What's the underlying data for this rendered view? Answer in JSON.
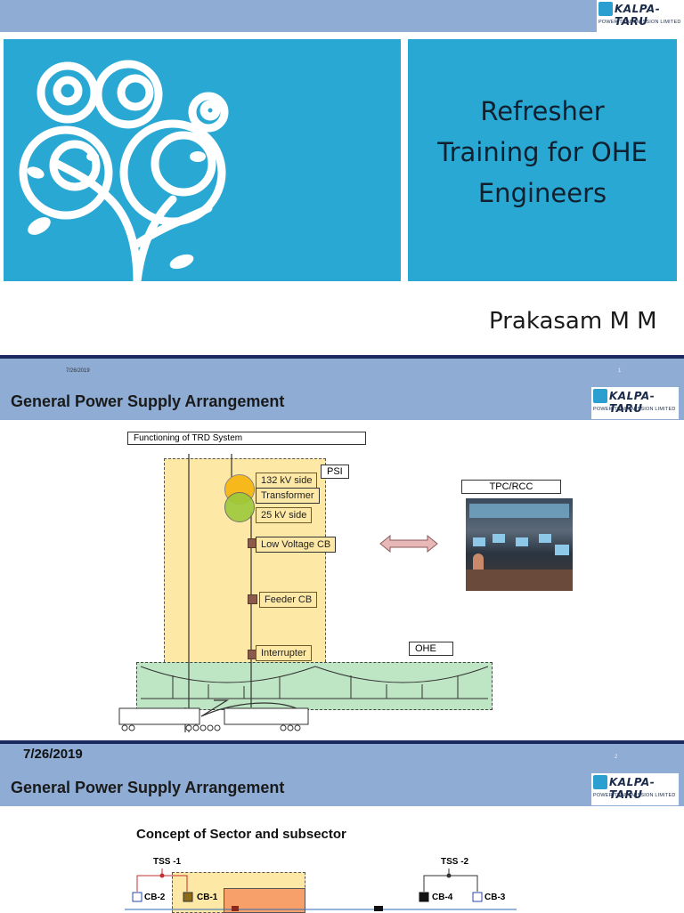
{
  "slide1": {
    "title_lines": [
      "Refresher",
      "Training for OHE",
      "Engineers"
    ],
    "presenter": "Prakasam M M"
  },
  "logo": {
    "brand": "KALPA-TARU",
    "tagline": "POWER TRANSMISSION LIMITED"
  },
  "slide1_footer": {
    "date": "7/26/2019",
    "page": "1"
  },
  "slide2": {
    "title": "General Power Supply Arrangement",
    "diagram_title": "Functioning of TRD System",
    "psi": "PSI",
    "side_132": "132 kV side",
    "transformer": "Transformer",
    "side_25": "25 kV side",
    "lv_cb": "Low Voltage CB",
    "feeder_cb": "Feeder CB",
    "interrupter": "Interrupter",
    "ohe": "OHE",
    "tpc": "TPC/RCC"
  },
  "slide2_footer": {
    "date": "7/26/2019",
    "page": "2"
  },
  "slide3": {
    "title": "General Power Supply Arrangement",
    "subtitle": "Concept of Sector and subsector",
    "tss1": "TSS -1",
    "tss2": "TSS -2",
    "cb2": "CB-2",
    "cb1": "CB-1",
    "cb4": "CB-4",
    "cb3": "CB-3"
  },
  "colors": {
    "slide_blue": "#2aa8d4",
    "header_blue": "#8eacd4",
    "navy": "#1a2a5e"
  }
}
